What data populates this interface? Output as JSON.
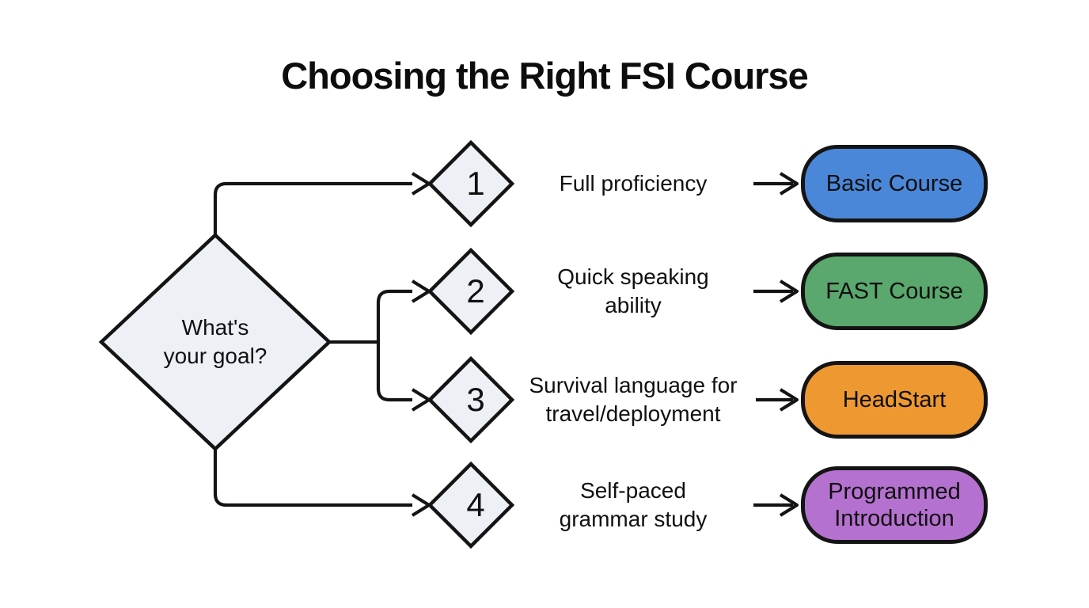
{
  "title": "Choosing the Right FSI Course",
  "decision": {
    "label": "What's\nyour goal?"
  },
  "branches": [
    {
      "number": "1",
      "goal": "Full proficiency",
      "course": "Basic Course",
      "color": "#4a87d8"
    },
    {
      "number": "2",
      "goal": "Quick speaking\nability",
      "course": "FAST Course",
      "color": "#5aa86d"
    },
    {
      "number": "3",
      "goal": "Survival language for\ntravel/deployment",
      "course": "HeadStart",
      "color": "#ee9831"
    },
    {
      "number": "4",
      "goal": "Self-paced\ngrammar study",
      "course": "Programmed\nIntroduction",
      "color": "#b571cf"
    }
  ],
  "colors": {
    "diamond_fill": "#edf0f5",
    "line_stroke": "#141414",
    "text": "#101010"
  }
}
